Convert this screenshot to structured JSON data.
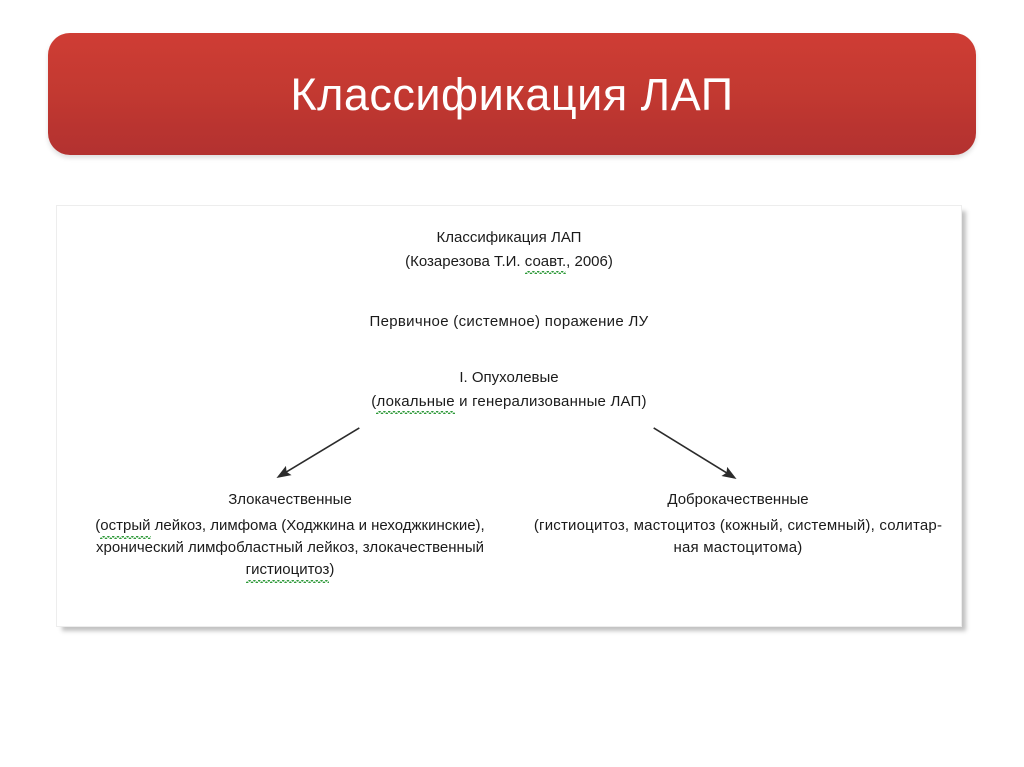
{
  "slide": {
    "header": {
      "title": "Классификация ЛАП"
    },
    "figure": {
      "title_line1": "Классификация ЛАП",
      "title_line2_before": "(Козарезова Т.И. ",
      "title_line2_misspelled": "соавт.",
      "title_line2_after": ", 2006)",
      "primary_lesion": "Первичное (системное) поражение ЛУ",
      "roman_heading": "I. Опухолевые",
      "roman_sub_open": "(",
      "roman_sub_misspelled": "локальные",
      "roman_sub_rest": " и генерализованные ЛАП)",
      "branches": {
        "left": {
          "heading": "Злокачественные",
          "line1_open": "(",
          "line1_misspelled": "острый",
          "line1_rest": " лейкоз, лимфома (Ходжкина и неходжкинские),",
          "line2": "хронический лимфобластный лейкоз, злокачественный",
          "line3_misspelled": "гистиоцитоз",
          "line3_rest": ")"
        },
        "right": {
          "heading": "Доброкачественные",
          "line1": "(гистиоцитоз, мастоцитоз (кожный, системный), солитар-",
          "line2": "ная мастоцитома)"
        }
      }
    },
    "colors": {
      "banner_top": "#cf3d34",
      "banner_bottom": "#b33230",
      "banner_text": "#ffffff",
      "figure_text": "#1b1b1b",
      "spellcheck_underline": "#2f9a3a",
      "arrow": "#2b2b2b",
      "panel_background": "#ffffff",
      "page_background": "#ffffff"
    }
  }
}
